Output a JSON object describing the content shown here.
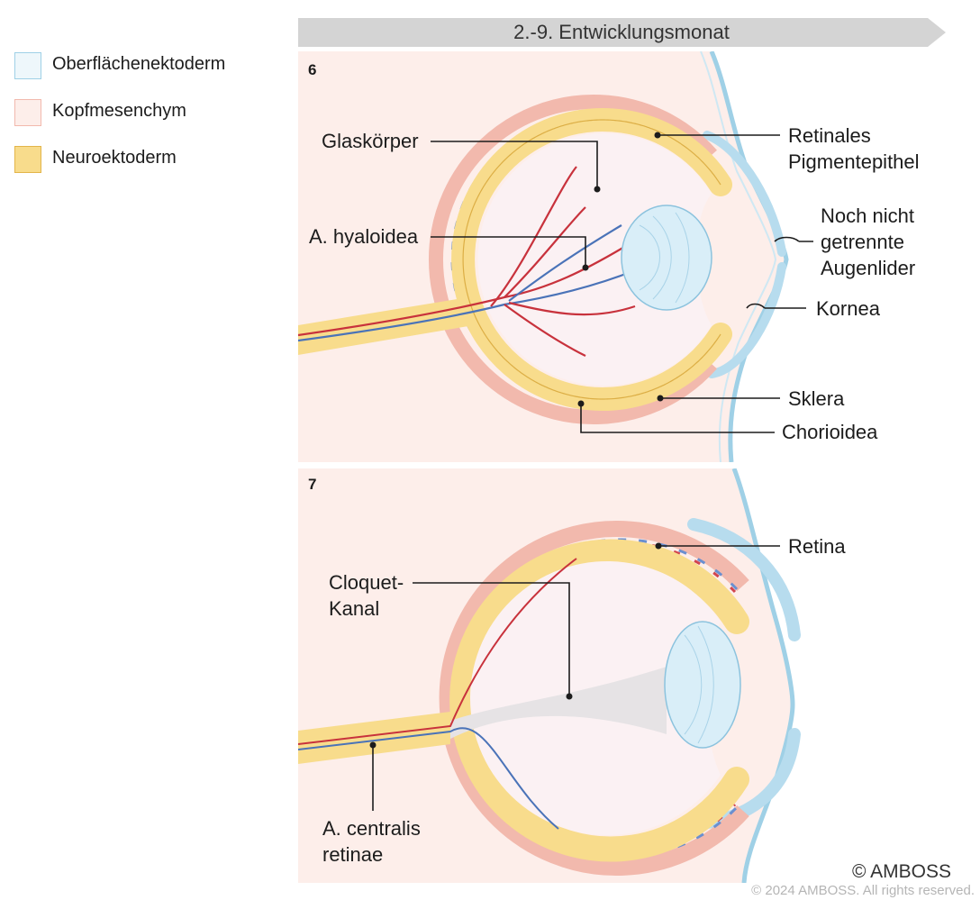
{
  "legend": [
    {
      "label": "Oberflächenektoderm",
      "fill": "#eef7fb",
      "border": "#9fd0e6"
    },
    {
      "label": "Kopfmesenchym",
      "fill": "#fdeeea",
      "border": "#f2b9ad"
    },
    {
      "label": "Neuroektoderm",
      "fill": "#f8dc8c",
      "border": "#e3b54a"
    }
  ],
  "banner": {
    "text": "2.-9. Entwicklungsmonat"
  },
  "panel6": {
    "number": "6",
    "labels": {
      "glaskoerper": "Glaskörper",
      "hyaloidea": "A. hyaloidea",
      "rpe_1": "Retinales",
      "rpe_2": "Pigmentepithel",
      "lids_1": "Noch nicht",
      "lids_2": "getrennte",
      "lids_3": "Augenlider",
      "kornea": "Kornea",
      "sklera": "Sklera",
      "chorioidea": "Chorioidea"
    }
  },
  "panel7": {
    "number": "7",
    "labels": {
      "retina": "Retina",
      "cloquet_1": "Cloquet-",
      "cloquet_2": "Kanal",
      "centralis_1": "A. centralis",
      "centralis_2": "retinae"
    }
  },
  "copyright": {
    "brand": "© AMBOSS",
    "line": "© 2024 AMBOSS. All rights reserved."
  },
  "colors": {
    "mesenchyme": "#fdeeea",
    "sclera": "#f2b9ad",
    "neuroectoderm": "#f8dc8c",
    "neuro_edge": "#dcae45",
    "ectoderm_line": "#9fd0e6",
    "lens": "#d9eef8",
    "artery": "#c8323c",
    "vein": "#4a73b8"
  }
}
